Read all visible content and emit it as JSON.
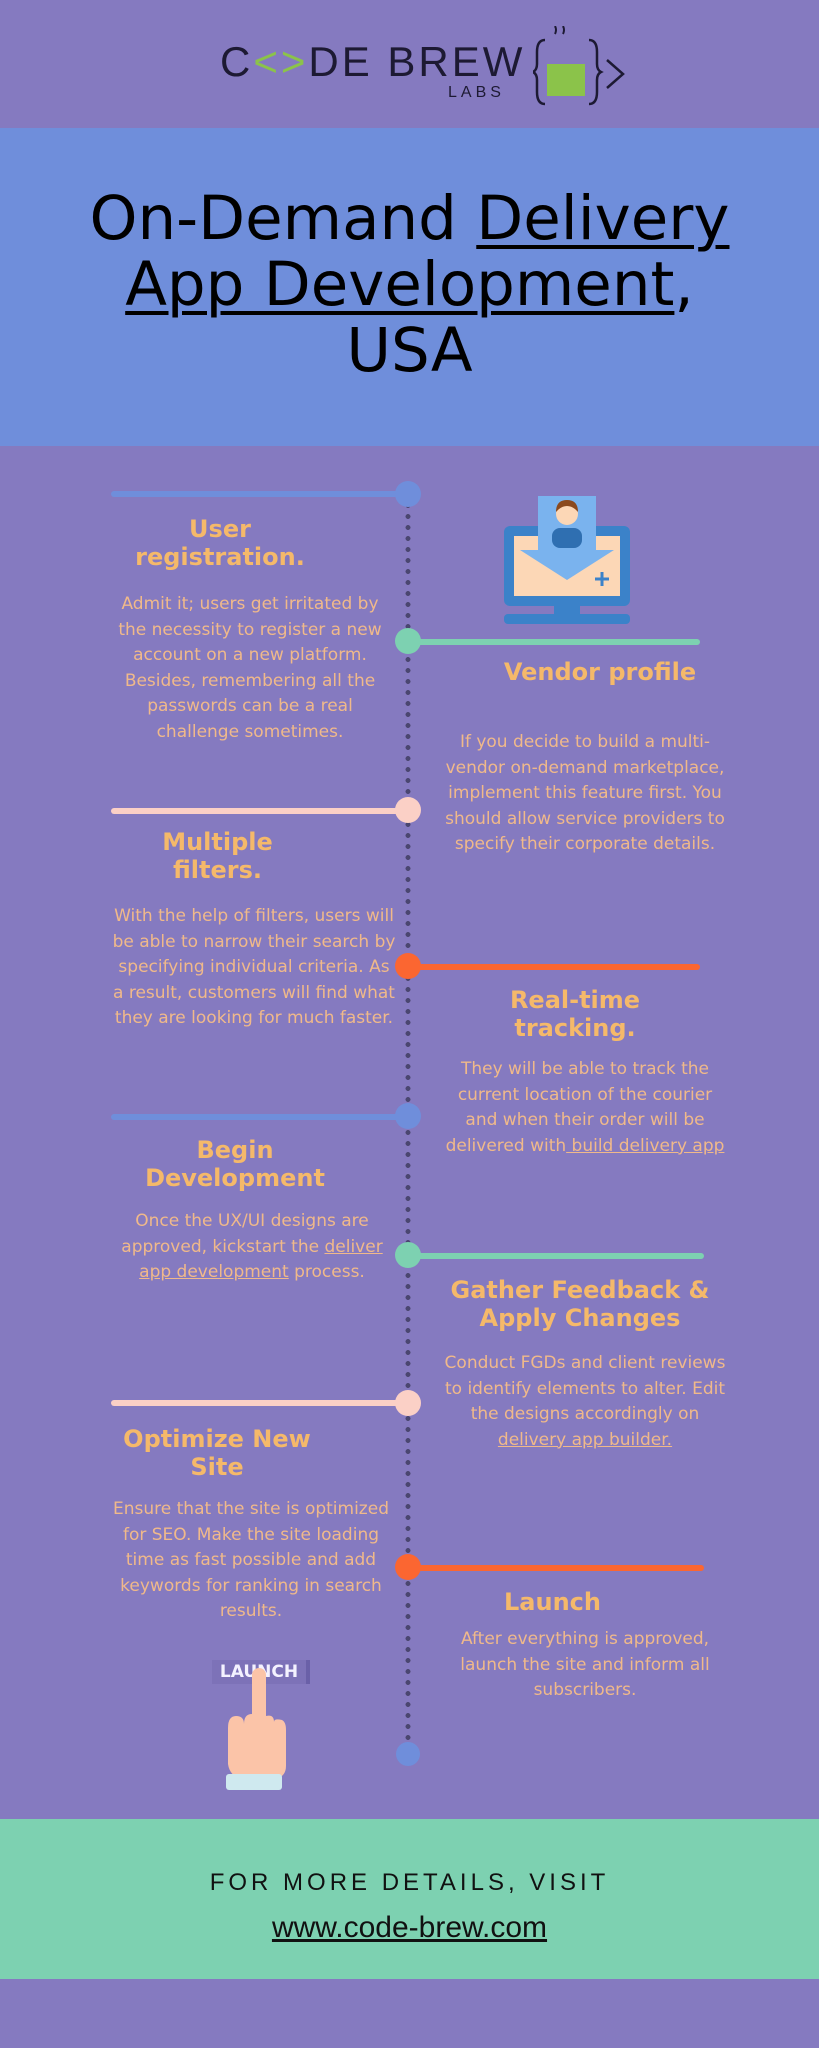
{
  "header": {
    "logo": {
      "word1_start": "C",
      "word1_bracket": "<>",
      "word1_end": "DE BREW",
      "sub": "LABS",
      "icon": "coffee-cup-code-icon"
    }
  },
  "banner": {
    "title_part1": "On-Demand ",
    "title_part2": "Delivery",
    "title_part3": "App Development",
    "title_part4": ",",
    "title_part5": "USA"
  },
  "colors": {
    "background": "#857ac0",
    "banner": "#6f8edb",
    "footer": "#7dd1b1",
    "heading": "#f5b96a",
    "body_text": "#f0b98a",
    "node_blue": "#6f8edb",
    "node_green": "#7dd1b1",
    "node_pink": "#fbd0c6",
    "node_orange": "#fb6631"
  },
  "steps": [
    {
      "side": "left",
      "color": "blue",
      "title": "User registration.",
      "body": "Admit it; users get irritated by the necessity to register a new account on a new platform. Besides, remembering all the passwords can be a real challenge sometimes."
    },
    {
      "side": "right",
      "color": "green",
      "title": "Vendor profile",
      "body": "If you decide to build a multi-vendor on-demand marketplace, implement this feature first. You should allow service providers to specify their corporate details."
    },
    {
      "side": "left",
      "color": "pink",
      "title": "Multiple filters.",
      "body": "With the help of filters, users will be able to narrow their search by specifying individual criteria. As a result, customers will find what they are looking for much faster."
    },
    {
      "side": "right",
      "color": "orange",
      "title": "Real-time tracking.",
      "body": "They will be able to track the current location of the courier and when their order will be delivered with",
      "link": " build delivery app"
    },
    {
      "side": "left",
      "color": "blue",
      "title": "Begin Development",
      "body_before": "Once the UX/UI designs are approved, kickstart the ",
      "link": "deliver app development",
      "body_after": " process."
    },
    {
      "side": "right",
      "color": "green",
      "title": "Gather Feedback & Apply Changes",
      "body": "Conduct FGDs and client reviews to identify elements to alter. Edit the designs accordingly on",
      "link": " delivery app builder."
    },
    {
      "side": "left",
      "color": "pink",
      "title": "Optimize New Site",
      "body": "Ensure that the site is optimized for SEO. Make the site loading time as fast possible and add keywords for ranking in search results."
    },
    {
      "side": "right",
      "color": "orange",
      "title": "Launch",
      "body": "After everything is approved, launch the site and inform all subscribers."
    }
  ],
  "illustrations": {
    "vendor": "monitor-user-download-icon",
    "launch_label": "LAUNCH",
    "launch_icon": "hand-pointing-launch-icon"
  },
  "footer": {
    "lead": "FOR MORE DETAILS, VISIT",
    "link": "www.code-brew.com"
  }
}
